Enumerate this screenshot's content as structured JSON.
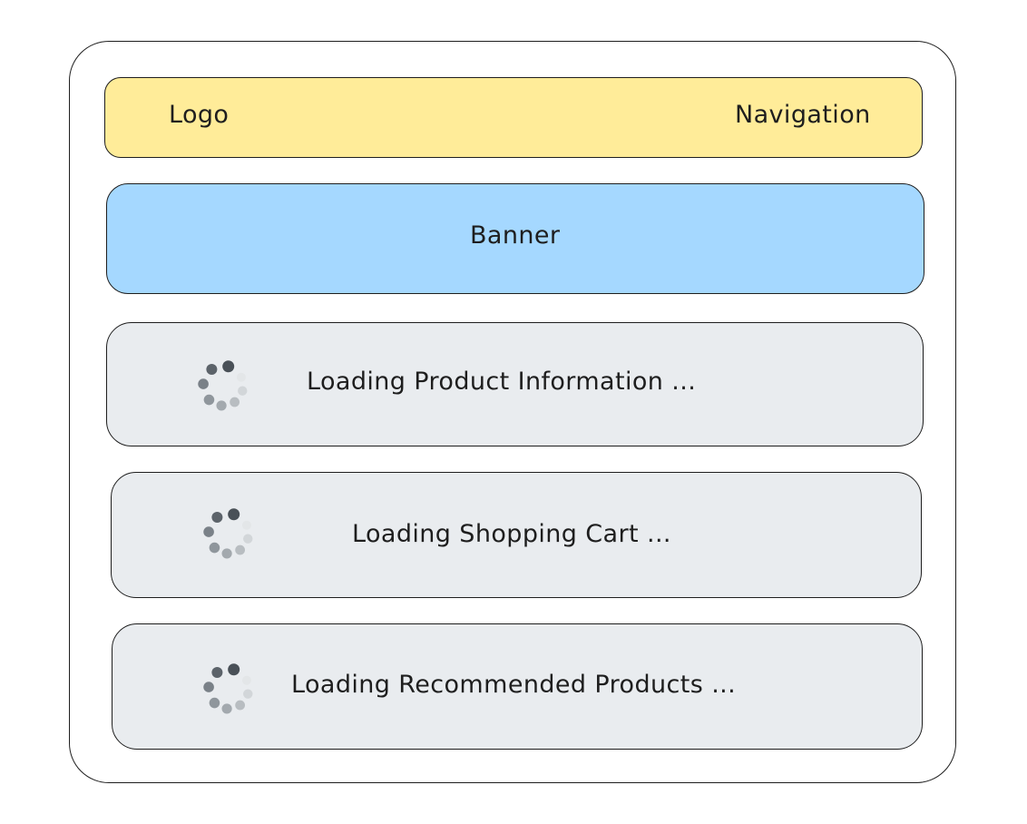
{
  "header": {
    "logo_label": "Logo",
    "navigation_label": "Navigation",
    "fill_color": "#ffec99"
  },
  "banner": {
    "label": "Banner",
    "fill_color": "#a5d8ff"
  },
  "loading_sections": [
    {
      "label": "Loading Product Information ...",
      "icon": "spinner-icon"
    },
    {
      "label": "Loading Shopping Cart ...",
      "icon": "spinner-icon"
    },
    {
      "label": "Loading Recommended Products ...",
      "icon": "spinner-icon"
    }
  ],
  "colors": {
    "loading_fill": "#e9ecef",
    "stroke": "#1e1e1e",
    "spinner_dark": "#495057"
  }
}
